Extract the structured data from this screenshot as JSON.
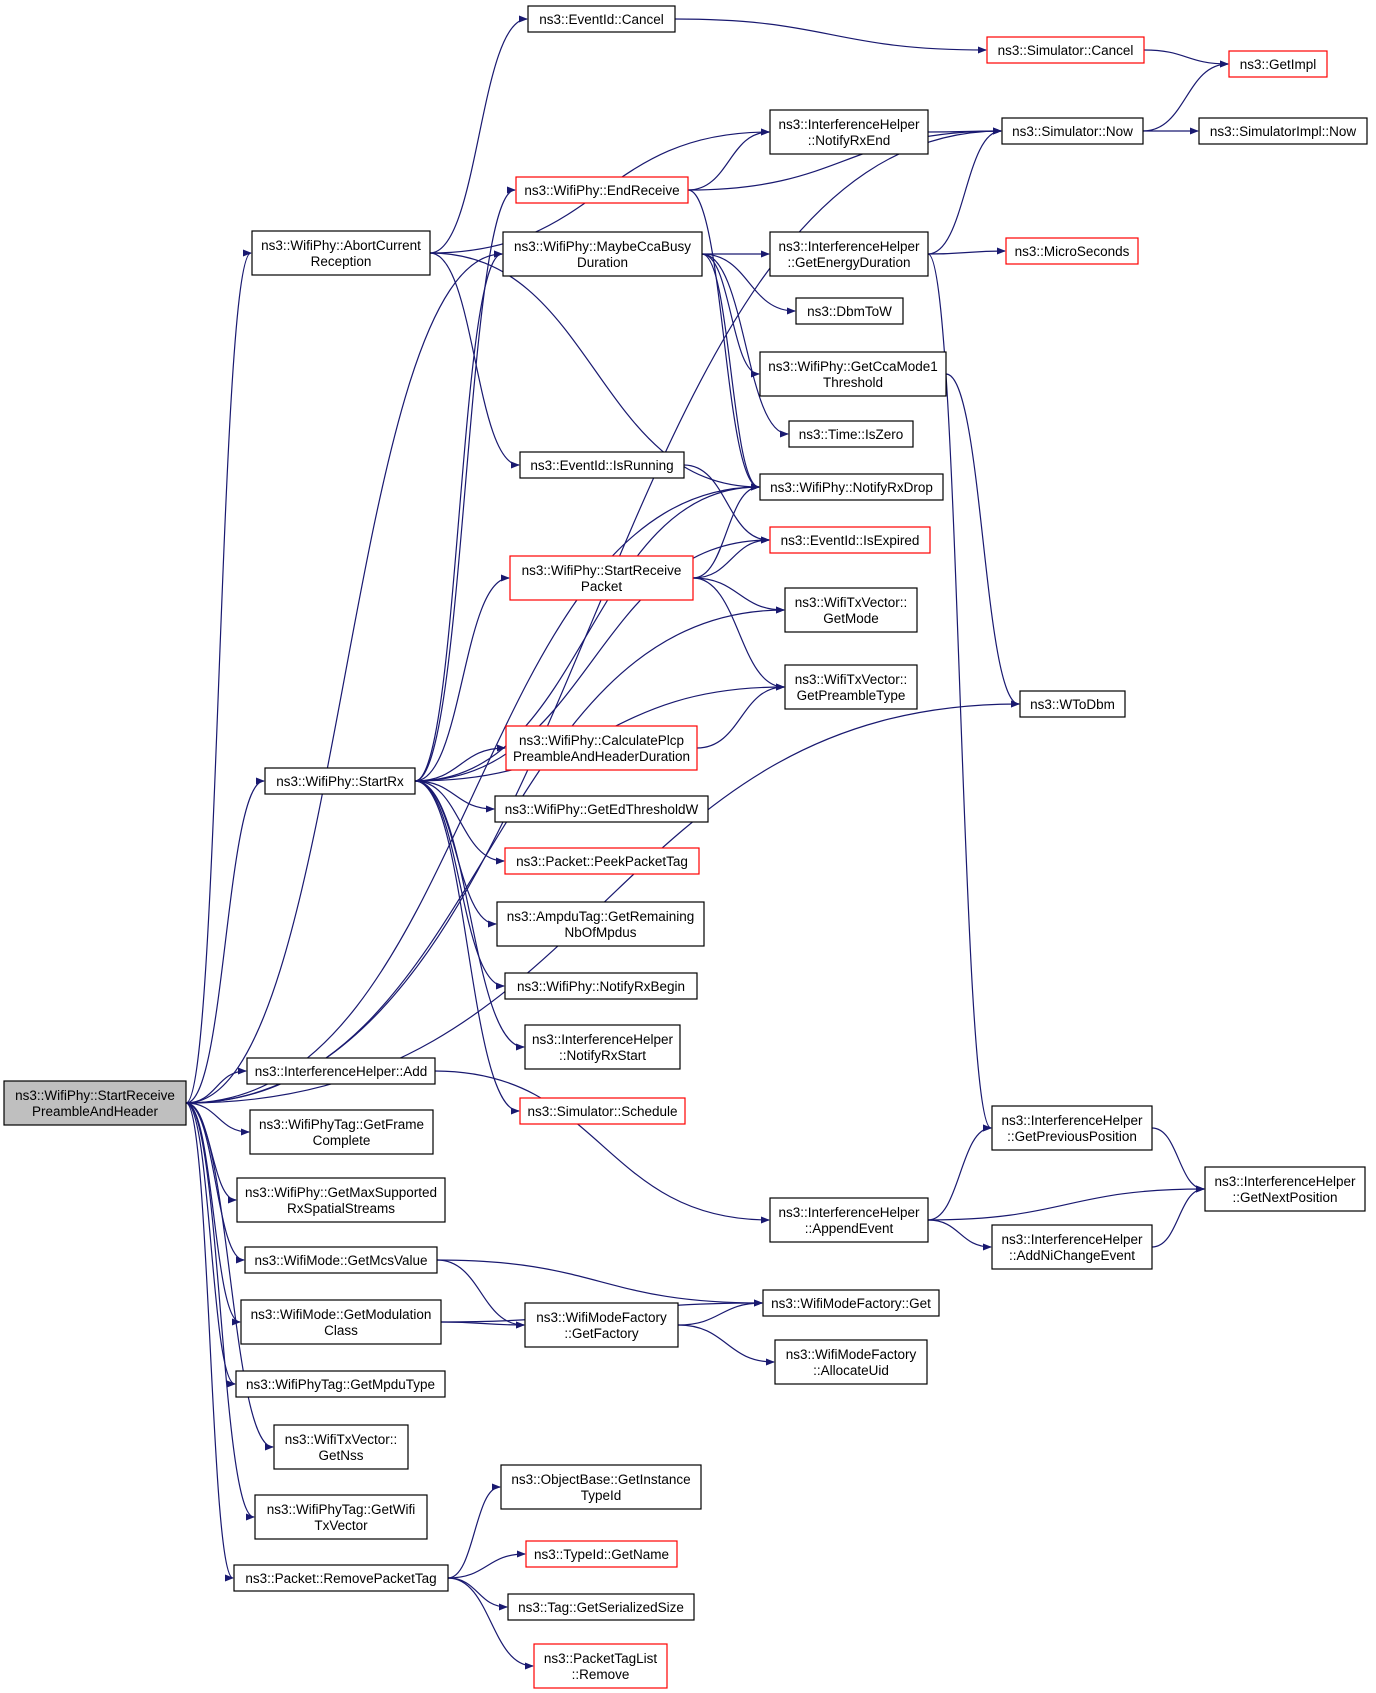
{
  "colors": {
    "edge": "#191970",
    "normal_border": "#000000",
    "red_border": "#ff0000",
    "root_fill": "#bfbfbf"
  },
  "nodes": [
    {
      "id": "root",
      "lines": [
        "ns3::WifiPhy::StartReceive",
        "PreambleAndHeader"
      ],
      "style": "root"
    },
    {
      "id": "abort",
      "lines": [
        "ns3::WifiPhy::AbortCurrent",
        "Reception"
      ],
      "style": "normal"
    },
    {
      "id": "startrx",
      "lines": [
        "ns3::WifiPhy::StartRx"
      ],
      "style": "normal"
    },
    {
      "id": "ihadd",
      "lines": [
        "ns3::InterferenceHelper::Add"
      ],
      "style": "normal"
    },
    {
      "id": "getframe",
      "lines": [
        "ns3::WifiPhyTag::GetFrame",
        "Complete"
      ],
      "style": "normal"
    },
    {
      "id": "getmaxss",
      "lines": [
        "ns3::WifiPhy::GetMaxSupported",
        "RxSpatialStreams"
      ],
      "style": "normal"
    },
    {
      "id": "getmcs",
      "lines": [
        "ns3::WifiMode::GetMcsValue"
      ],
      "style": "normal"
    },
    {
      "id": "getmod",
      "lines": [
        "ns3::WifiMode::GetModulation",
        "Class"
      ],
      "style": "normal"
    },
    {
      "id": "getmpdu",
      "lines": [
        "ns3::WifiPhyTag::GetMpduType"
      ],
      "style": "normal"
    },
    {
      "id": "getnss",
      "lines": [
        "ns3::WifiTxVector::",
        "GetNss"
      ],
      "style": "normal"
    },
    {
      "id": "getwifitx",
      "lines": [
        "ns3::WifiPhyTag::GetWifi",
        "TxVector"
      ],
      "style": "normal"
    },
    {
      "id": "removetag",
      "lines": [
        "ns3::Packet::RemovePacketTag"
      ],
      "style": "normal"
    },
    {
      "id": "evcancel",
      "lines": [
        "ns3::EventId::Cancel"
      ],
      "style": "normal"
    },
    {
      "id": "endrecv",
      "lines": [
        "ns3::WifiPhy::EndReceive"
      ],
      "style": "red"
    },
    {
      "id": "maybecca",
      "lines": [
        "ns3::WifiPhy::MaybeCcaBusy",
        "Duration"
      ],
      "style": "normal"
    },
    {
      "id": "isrunning",
      "lines": [
        "ns3::EventId::IsRunning"
      ],
      "style": "normal"
    },
    {
      "id": "startrecvpkt",
      "lines": [
        "ns3::WifiPhy::StartReceive",
        "Packet"
      ],
      "style": "red"
    },
    {
      "id": "calcplcp",
      "lines": [
        "ns3::WifiPhy::CalculatePlcp",
        "PreambleAndHeaderDuration"
      ],
      "style": "red"
    },
    {
      "id": "getedthr",
      "lines": [
        "ns3::WifiPhy::GetEdThresholdW"
      ],
      "style": "normal"
    },
    {
      "id": "peektag",
      "lines": [
        "ns3::Packet::PeekPacketTag"
      ],
      "style": "red"
    },
    {
      "id": "ampdu",
      "lines": [
        "ns3::AmpduTag::GetRemaining",
        "NbOfMpdus"
      ],
      "style": "normal"
    },
    {
      "id": "notifyrxbegin",
      "lines": [
        "ns3::WifiPhy::NotifyRxBegin"
      ],
      "style": "normal"
    },
    {
      "id": "ihrxstart",
      "lines": [
        "ns3::InterferenceHelper",
        "::NotifyRxStart"
      ],
      "style": "normal"
    },
    {
      "id": "schedule",
      "lines": [
        "ns3::Simulator::Schedule"
      ],
      "style": "red"
    },
    {
      "id": "ihappend",
      "lines": [
        "ns3::InterferenceHelper",
        "::AppendEvent"
      ],
      "style": "normal"
    },
    {
      "id": "wmfgetfactory",
      "lines": [
        "ns3::WifiModeFactory",
        "::GetFactory"
      ],
      "style": "normal"
    },
    {
      "id": "objgettid",
      "lines": [
        "ns3::ObjectBase::GetInstance",
        "TypeId"
      ],
      "style": "normal"
    },
    {
      "id": "tidgetname",
      "lines": [
        "ns3::TypeId::GetName"
      ],
      "style": "red"
    },
    {
      "id": "taggetser",
      "lines": [
        "ns3::Tag::GetSerializedSize"
      ],
      "style": "normal"
    },
    {
      "id": "ptlremove",
      "lines": [
        "ns3::PacketTagList",
        "::Remove"
      ],
      "style": "red"
    },
    {
      "id": "ihrxend",
      "lines": [
        "ns3::InterferenceHelper",
        "::NotifyRxEnd"
      ],
      "style": "normal"
    },
    {
      "id": "ihenergy",
      "lines": [
        "ns3::InterferenceHelper",
        "::GetEnergyDuration"
      ],
      "style": "normal"
    },
    {
      "id": "dbmtow",
      "lines": [
        "ns3::DbmToW"
      ],
      "style": "normal"
    },
    {
      "id": "ccathr",
      "lines": [
        "ns3::WifiPhy::GetCcaMode1",
        "Threshold"
      ],
      "style": "normal"
    },
    {
      "id": "iszero",
      "lines": [
        "ns3::Time::IsZero"
      ],
      "style": "normal"
    },
    {
      "id": "rxdrop",
      "lines": [
        "ns3::WifiPhy::NotifyRxDrop"
      ],
      "style": "normal"
    },
    {
      "id": "isexpired",
      "lines": [
        "ns3::EventId::IsExpired"
      ],
      "style": "red"
    },
    {
      "id": "getmode",
      "lines": [
        "ns3::WifiTxVector::",
        "GetMode"
      ],
      "style": "normal"
    },
    {
      "id": "getpreamble",
      "lines": [
        "ns3::WifiTxVector::",
        "GetPreambleType"
      ],
      "style": "normal"
    },
    {
      "id": "wmfget",
      "lines": [
        "ns3::WifiModeFactory::Get"
      ],
      "style": "normal"
    },
    {
      "id": "wmfalloc",
      "lines": [
        "ns3::WifiModeFactory",
        "::AllocateUid"
      ],
      "style": "normal"
    },
    {
      "id": "simcancel",
      "lines": [
        "ns3::Simulator::Cancel"
      ],
      "style": "red"
    },
    {
      "id": "simnow",
      "lines": [
        "ns3::Simulator::Now"
      ],
      "style": "normal"
    },
    {
      "id": "micro",
      "lines": [
        "ns3::MicroSeconds"
      ],
      "style": "red"
    },
    {
      "id": "wtodbm",
      "lines": [
        "ns3::WToDbm"
      ],
      "style": "normal"
    },
    {
      "id": "ihprev",
      "lines": [
        "ns3::InterferenceHelper",
        "::GetPreviousPosition"
      ],
      "style": "normal"
    },
    {
      "id": "ihaddni",
      "lines": [
        "ns3::InterferenceHelper",
        "::AddNiChangeEvent"
      ],
      "style": "normal"
    },
    {
      "id": "getimpl",
      "lines": [
        "ns3::GetImpl"
      ],
      "style": "red"
    },
    {
      "id": "simimplnow",
      "lines": [
        "ns3::SimulatorImpl::Now"
      ],
      "style": "normal"
    },
    {
      "id": "ihnext",
      "lines": [
        "ns3::InterferenceHelper",
        "::GetNextPosition"
      ],
      "style": "normal"
    }
  ],
  "edges": [
    [
      "root",
      "abort"
    ],
    [
      "root",
      "startrx"
    ],
    [
      "root",
      "ihadd"
    ],
    [
      "root",
      "getframe"
    ],
    [
      "root",
      "getmaxss"
    ],
    [
      "root",
      "getmcs"
    ],
    [
      "root",
      "getmod"
    ],
    [
      "root",
      "getmpdu"
    ],
    [
      "root",
      "getnss"
    ],
    [
      "root",
      "getwifitx"
    ],
    [
      "root",
      "removetag"
    ],
    [
      "root",
      "maybecca"
    ],
    [
      "root",
      "rxdrop"
    ],
    [
      "root",
      "getmode"
    ],
    [
      "root",
      "simnow"
    ],
    [
      "root",
      "wtodbm"
    ],
    [
      "abort",
      "evcancel"
    ],
    [
      "abort",
      "ihrxend"
    ],
    [
      "abort",
      "isrunning"
    ],
    [
      "abort",
      "rxdrop"
    ],
    [
      "startrx",
      "endrecv"
    ],
    [
      "startrx",
      "maybecca"
    ],
    [
      "startrx",
      "startrecvpkt"
    ],
    [
      "startrx",
      "calcplcp"
    ],
    [
      "startrx",
      "getedthr"
    ],
    [
      "startrx",
      "peektag"
    ],
    [
      "startrx",
      "ampdu"
    ],
    [
      "startrx",
      "notifyrxbegin"
    ],
    [
      "startrx",
      "ihrxstart"
    ],
    [
      "startrx",
      "schedule"
    ],
    [
      "startrx",
      "rxdrop"
    ],
    [
      "startrx",
      "isexpired"
    ],
    [
      "startrx",
      "getpreamble"
    ],
    [
      "ihadd",
      "ihappend"
    ],
    [
      "getmcs",
      "wmfgetfactory"
    ],
    [
      "getmcs",
      "wmfget"
    ],
    [
      "getmod",
      "wmfgetfactory"
    ],
    [
      "getmod",
      "wmfget"
    ],
    [
      "removetag",
      "objgettid"
    ],
    [
      "removetag",
      "tidgetname"
    ],
    [
      "removetag",
      "taggetser"
    ],
    [
      "removetag",
      "ptlremove"
    ],
    [
      "evcancel",
      "simcancel"
    ],
    [
      "endrecv",
      "ihrxend"
    ],
    [
      "endrecv",
      "simnow"
    ],
    [
      "endrecv",
      "rxdrop"
    ],
    [
      "maybecca",
      "ihenergy"
    ],
    [
      "maybecca",
      "dbmtow"
    ],
    [
      "maybecca",
      "ccathr"
    ],
    [
      "maybecca",
      "iszero"
    ],
    [
      "maybecca",
      "rxdrop"
    ],
    [
      "isrunning",
      "isexpired"
    ],
    [
      "startrecvpkt",
      "rxdrop"
    ],
    [
      "startrecvpkt",
      "isexpired"
    ],
    [
      "startrecvpkt",
      "getmode"
    ],
    [
      "startrecvpkt",
      "getpreamble"
    ],
    [
      "calcplcp",
      "getpreamble"
    ],
    [
      "ihappend",
      "ihprev"
    ],
    [
      "ihappend",
      "ihnext"
    ],
    [
      "ihappend",
      "ihaddni"
    ],
    [
      "wmfgetfactory",
      "wmfget"
    ],
    [
      "wmfgetfactory",
      "wmfalloc"
    ],
    [
      "ihrxend",
      "simnow"
    ],
    [
      "ihenergy",
      "simnow"
    ],
    [
      "ihenergy",
      "micro"
    ],
    [
      "ihenergy",
      "ihprev"
    ],
    [
      "ccathr",
      "wtodbm"
    ],
    [
      "simcancel",
      "getimpl"
    ],
    [
      "simnow",
      "getimpl"
    ],
    [
      "simnow",
      "simimplnow"
    ],
    [
      "ihprev",
      "ihnext"
    ],
    [
      "ihaddni",
      "ihnext"
    ]
  ]
}
